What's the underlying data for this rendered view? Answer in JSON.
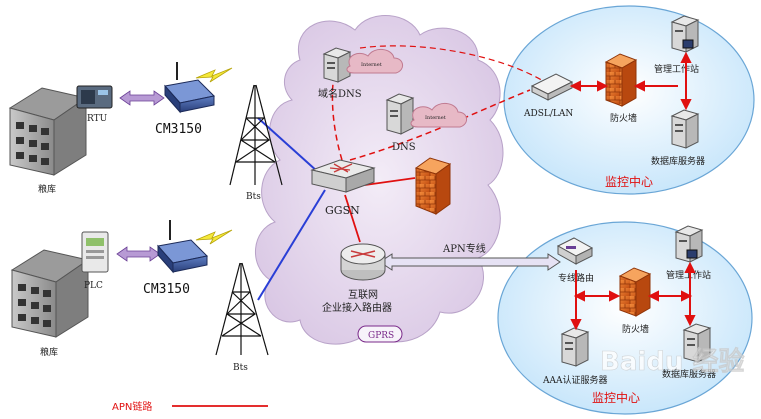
{
  "sites": {
    "top": {
      "building": "粮库",
      "device": "RTU",
      "modem": "CM3150",
      "tower": "Bts"
    },
    "bottom": {
      "building": "粮库",
      "device": "PLC",
      "modem": "CM3150",
      "tower": "Bts"
    }
  },
  "core": {
    "domain_dns": "域名DNS",
    "dns": "DNS",
    "internet_a": "Internet",
    "internet_b": "Internet",
    "ggsn": "GGSN",
    "router_line1": "互联网",
    "router_line2": "企业接入路由器",
    "gprs": "GPRS",
    "apn_line": "APN专线"
  },
  "center_top": {
    "adsl": "ADSL/LAN",
    "firewall": "防火墙",
    "workstation": "管理工作站",
    "db": "数据库服务器",
    "title": "监控中心"
  },
  "center_bottom": {
    "router": "专线路由",
    "firewall": "防火墙",
    "workstation": "管理工作站",
    "aaa": "AAA认证服务器",
    "db": "数据库服务器",
    "title": "监控中心"
  },
  "legend": {
    "apn_link": "APN链路"
  },
  "watermark": "Baidu 经验",
  "colors": {
    "apn": "#e01010",
    "wan": "#2a3fd6",
    "cloud": "#e8dcef",
    "center": "#dcefff"
  }
}
